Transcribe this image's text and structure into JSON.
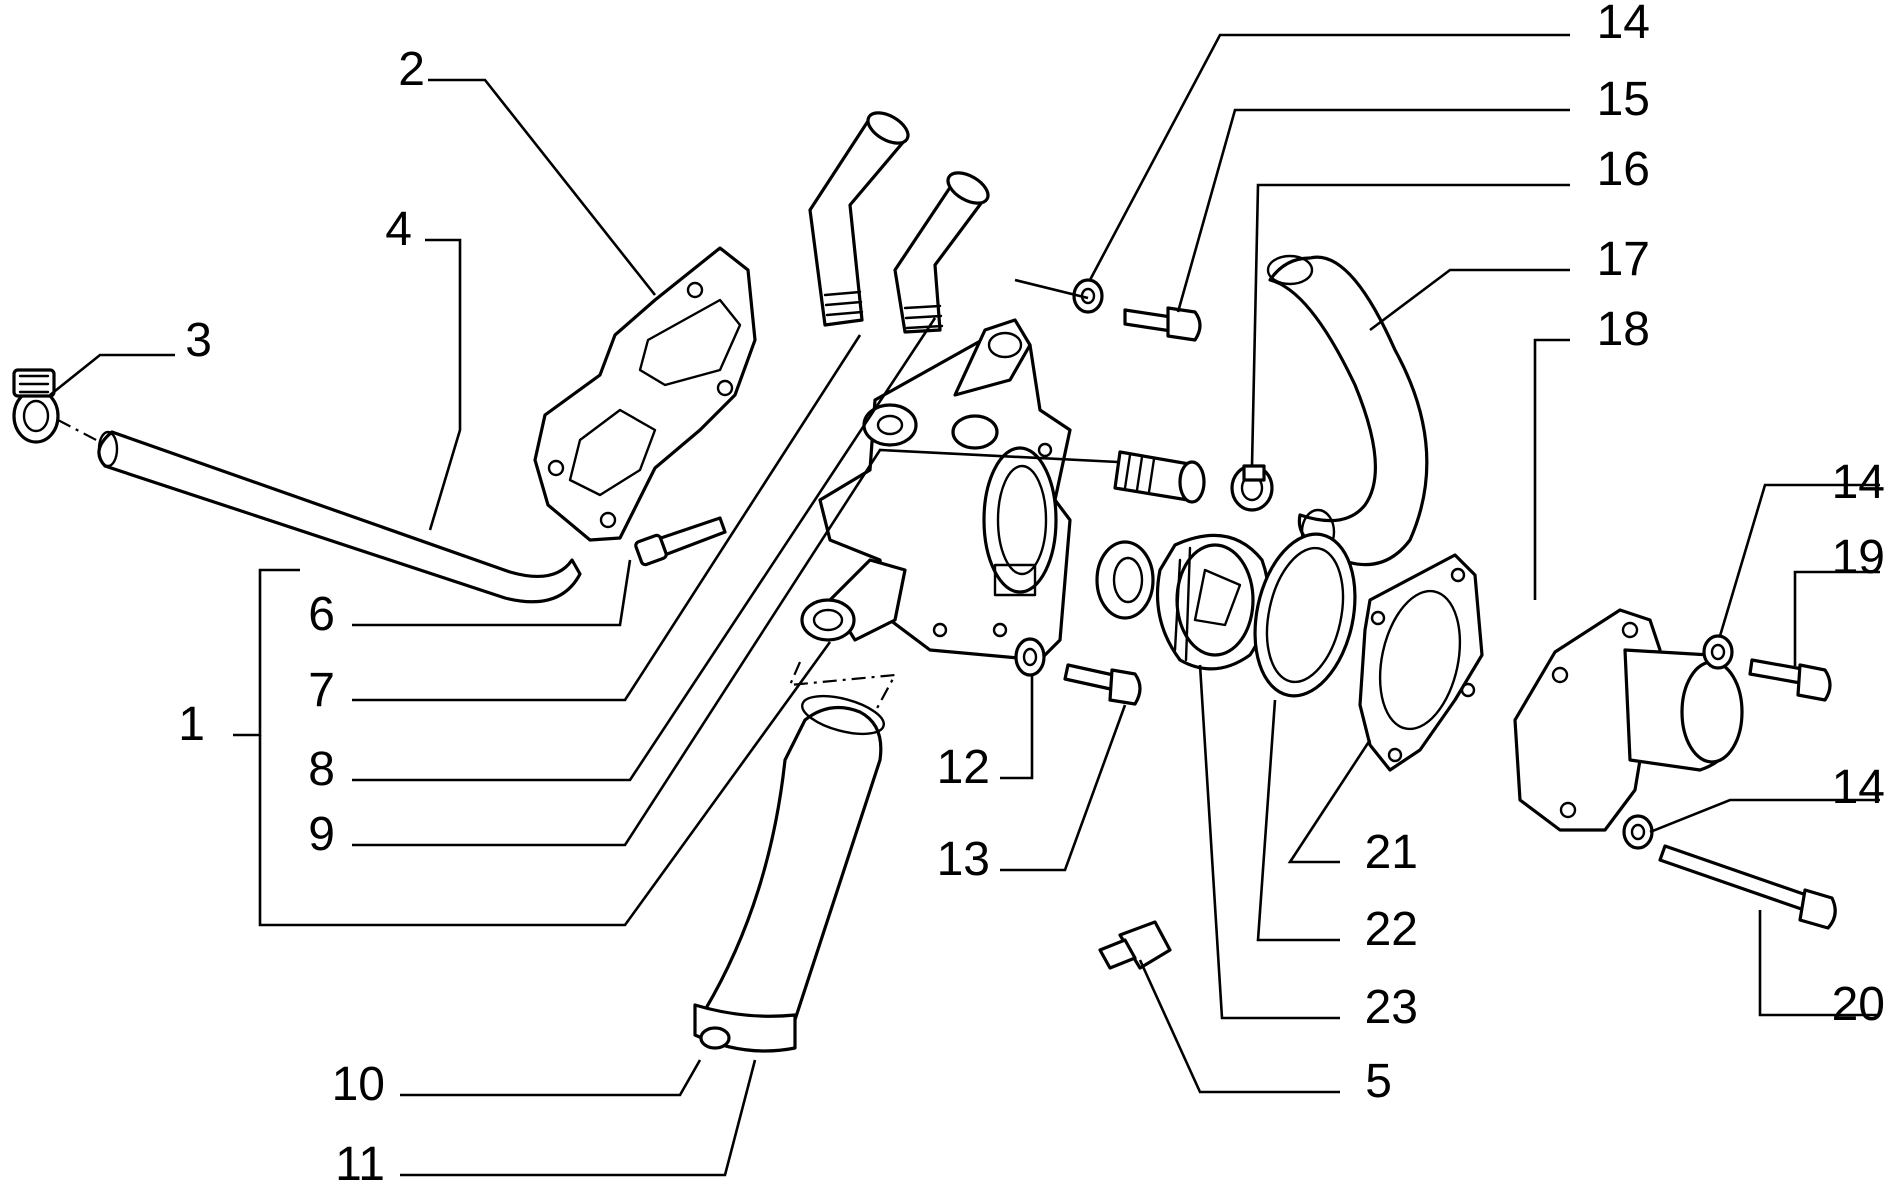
{
  "callouts": {
    "c1": "1",
    "c2": "2",
    "c3": "3",
    "c4": "4",
    "c5": "5",
    "c6": "6",
    "c7": "7",
    "c8": "8",
    "c9": "9",
    "c10": "10",
    "c11": "11",
    "c12": "12",
    "c13": "13",
    "c14a": "14",
    "c14b": "14",
    "c14c": "14",
    "c15": "15",
    "c16": "16",
    "c17": "17",
    "c18": "18",
    "c19": "19",
    "c20": "20",
    "c21": "21",
    "c22": "22",
    "c23": "23"
  }
}
